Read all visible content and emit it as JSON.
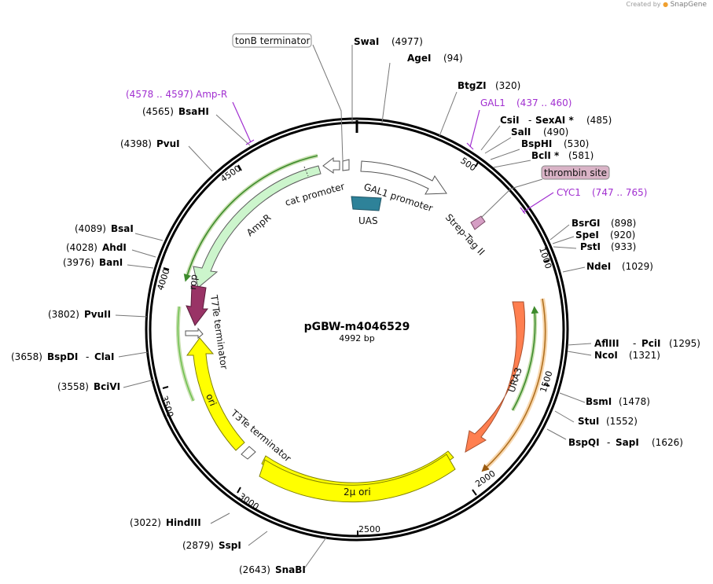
{
  "credit": {
    "prefix": "Created by",
    "brand": "SnapGene"
  },
  "plasmid": {
    "name": "pGBW-m4046529",
    "size_label": "4992 bp"
  },
  "tick_labels": [
    "500",
    "1000",
    "1500",
    "2000",
    "2500",
    "3000",
    "3500",
    "4000",
    "4500"
  ],
  "features": [
    {
      "id": "gal1-promoter",
      "label": "GAL1 promoter"
    },
    {
      "id": "strep-tag",
      "label": "Strep-Tag II"
    },
    {
      "id": "uas",
      "label": "UAS"
    },
    {
      "id": "ura3",
      "label": "URA3"
    },
    {
      "id": "two-micron-ori",
      "label": "2μ ori"
    },
    {
      "id": "t3te",
      "label": "T3Te terminator"
    },
    {
      "id": "ori",
      "label": "ori"
    },
    {
      "id": "t7te",
      "label": "T7Te terminator"
    },
    {
      "id": "rop",
      "label": "rop"
    },
    {
      "id": "ampr",
      "label": "AmpR"
    },
    {
      "id": "cat-promoter",
      "label": "cat promoter"
    },
    {
      "id": "tonb-terminator",
      "label": "tonB terminator"
    },
    {
      "id": "thrombin-site",
      "label": "thrombin site"
    }
  ],
  "sites": [
    {
      "name": "SwaI",
      "pos": "(4977)"
    },
    {
      "name": "AgeI",
      "pos": "(94)"
    },
    {
      "name": "BtgZI",
      "pos": "(320)"
    },
    {
      "name": "CsiI",
      "name2": "SexAI *",
      "pos": "(485)"
    },
    {
      "name": "SalI",
      "pos": "(490)"
    },
    {
      "name": "BspHI",
      "pos": "(530)"
    },
    {
      "name": "BclI *",
      "pos": "(581)"
    },
    {
      "name": "BsrGI",
      "pos": "(898)"
    },
    {
      "name": "SpeI",
      "pos": "(920)"
    },
    {
      "name": "PstI",
      "pos": "(933)"
    },
    {
      "name": "NdeI",
      "pos": "(1029)"
    },
    {
      "name": "AflIII",
      "name2": "PciI",
      "pos": "(1295)"
    },
    {
      "name": "NcoI",
      "pos": "(1321)"
    },
    {
      "name": "BsmI",
      "pos": "(1478)"
    },
    {
      "name": "StuI",
      "pos": "(1552)"
    },
    {
      "name": "BspQI",
      "name2": "SapI",
      "pos": "(1626)"
    },
    {
      "name": "SnaBI",
      "pos": "(2643)"
    },
    {
      "name": "SspI",
      "pos": "(2879)"
    },
    {
      "name": "HindIII",
      "pos": "(3022)"
    },
    {
      "name": "BciVI",
      "pos": "(3558)"
    },
    {
      "name": "BspDI",
      "name2": "ClaI",
      "pos": "(3658)"
    },
    {
      "name": "PvuII",
      "pos": "(3802)"
    },
    {
      "name": "BanI",
      "pos": "(3976)"
    },
    {
      "name": "AhdI",
      "pos": "(4028)"
    },
    {
      "name": "BsaI",
      "pos": "(4089)"
    },
    {
      "name": "PvuI",
      "pos": "(4398)"
    },
    {
      "name": "BsaHI",
      "pos": "(4565)"
    }
  ],
  "primers": [
    {
      "name": "Amp-R",
      "range": "(4578 .. 4597)"
    },
    {
      "name": "GAL1",
      "range": "(437 .. 460)"
    },
    {
      "name": "CYC1",
      "range": "(747 .. 765)"
    }
  ],
  "colors": {
    "backbone": "#000000",
    "purple": "#a12fd0",
    "ampr_fill": "#ccf5cc",
    "rop": "#993366",
    "ori": "#ffff00",
    "ura3": "#ff7f50",
    "uas": "#2e8299",
    "strep": "#d59ec4",
    "thrombin_fill": "#d9b3c6",
    "green_orf": "#6abf4b",
    "orange_orf": "#f4b46e"
  }
}
